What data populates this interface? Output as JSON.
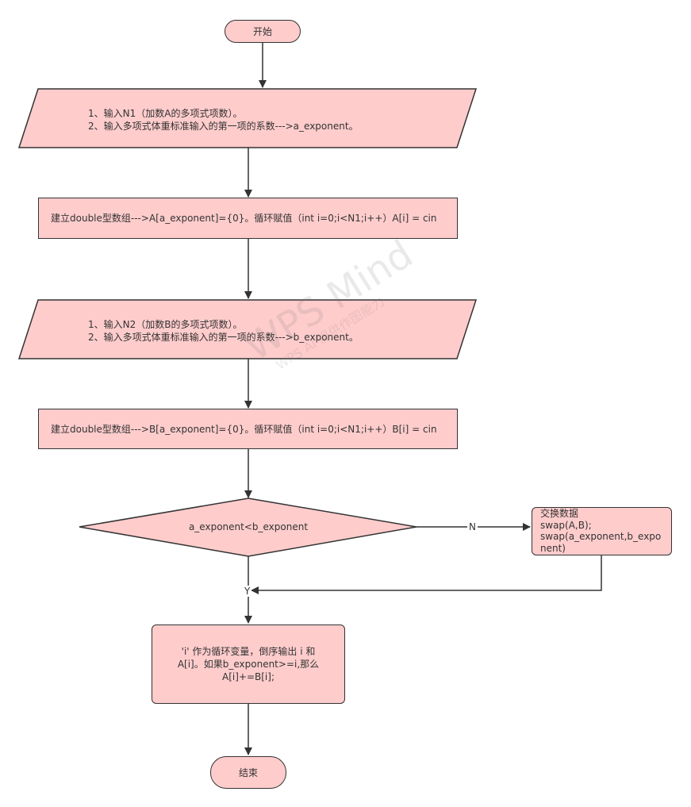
{
  "nodes": {
    "start": {
      "label": "开始"
    },
    "input_a": {
      "line1": "1、输入N1（加数A的多项式项数）。",
      "line2": "2、输入多项式体重标准输入的第一项的系数--->a_exponent。"
    },
    "array_a": {
      "label": "建立double型数组--->A[a_exponent]={0}。循环赋值（int i=0;i<N1;i++）A[i] = cin"
    },
    "input_b": {
      "line1": "1、输入N2（加数B的多项式项数）。",
      "line2": "2、输入多项式体重标准输入的第一项的系数--->b_exponent。"
    },
    "array_b": {
      "label": "建立double型数组--->B[a_exponent]={0}。循环赋值（int i=0;i<N1;i++）B[i] = cin"
    },
    "decision": {
      "label": "a_exponent<b_exponent"
    },
    "swap": {
      "line1": "交换数据",
      "line2": "swap(A,B);",
      "line3": "swap(a_exponent,b_expo",
      "line4": "nent)"
    },
    "output": {
      "line1": "'i' 作为循环变量，倒序输出 i 和",
      "line2": "A[i]。如果b_exponent>=i,那么",
      "line3": "A[i]+=B[i];"
    },
    "end": {
      "label": "结束"
    }
  },
  "edges": {
    "no_label": "N",
    "yes_label": "Y"
  },
  "watermark": {
    "title": "WPS Mind",
    "subtitle": "WPS AI 提供作图能力"
  },
  "colors": {
    "fill": "#ffcccc",
    "stroke": "#333333"
  }
}
